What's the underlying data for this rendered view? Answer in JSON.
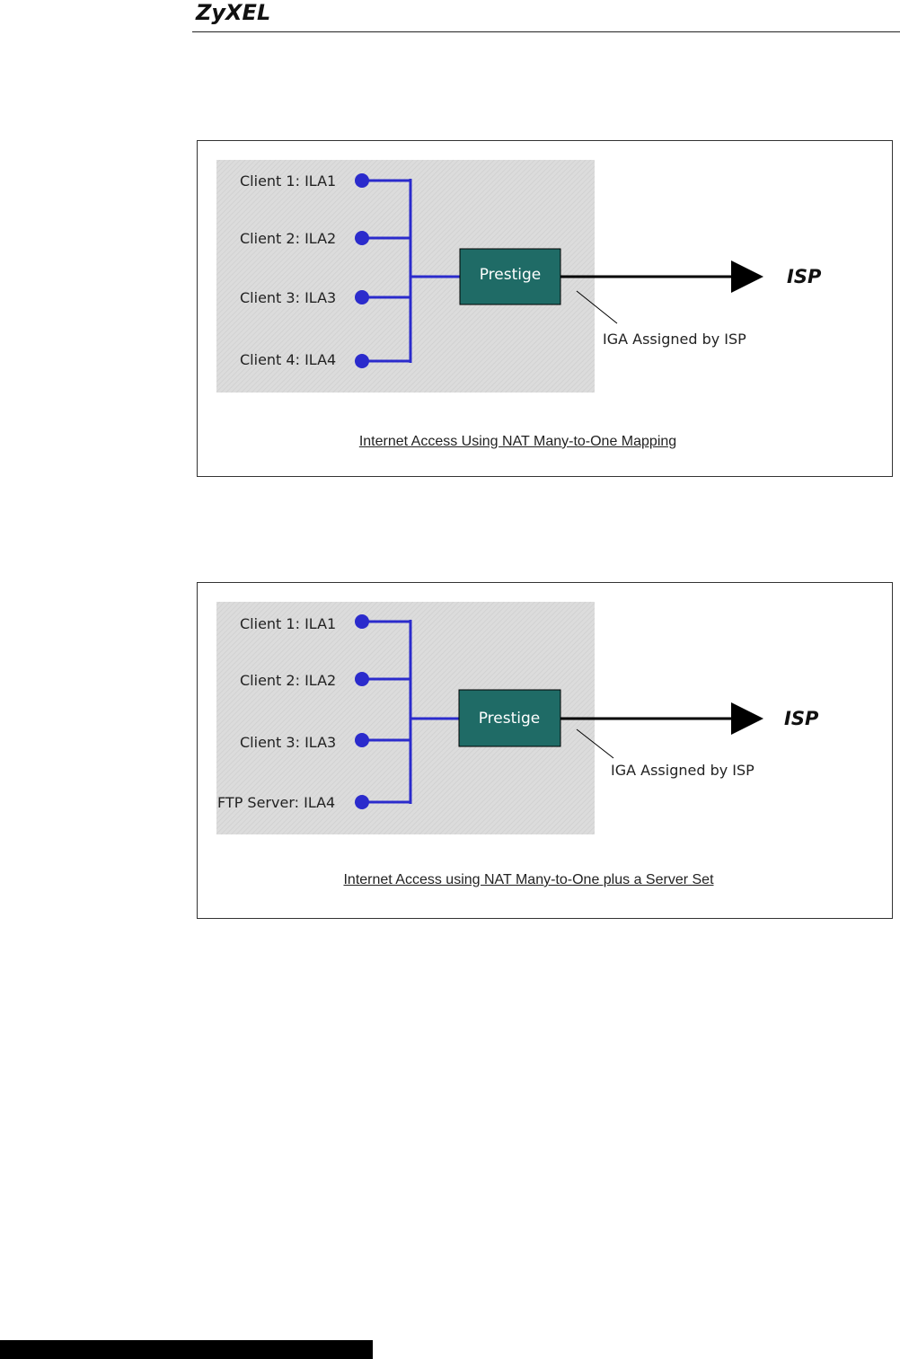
{
  "header": {
    "logo": "ZyXEL"
  },
  "figures": [
    {
      "clients": [
        "Client 1: ILA1",
        "Client 2: ILA2",
        "Client 3: ILA3",
        "Client 4: ILA4"
      ],
      "router": "Prestige",
      "destination": "ISP",
      "annotation": "IGA Assigned by ISP",
      "caption": "Internet Access Using NAT Many-to-One Mapping"
    },
    {
      "clients": [
        "Client 1: ILA1",
        "Client 2: ILA2",
        "Client 3: ILA3",
        "FTP Server: ILA4"
      ],
      "router": "Prestige",
      "destination": "ISP",
      "annotation": "IGA Assigned by ISP",
      "caption": "Internet Access using NAT Many-to-One plus a Server Set"
    }
  ],
  "colors": {
    "link": "#2b2bcc",
    "router_fill": "#1f6b66",
    "panel": "#d9d9d9"
  }
}
